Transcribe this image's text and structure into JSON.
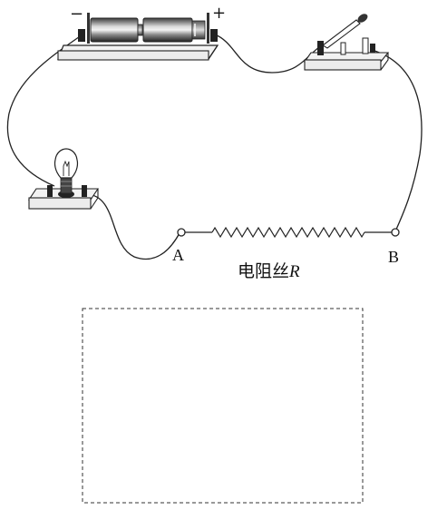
{
  "diagram": {
    "battery": {
      "minus_sign": "−",
      "plus_sign": "+"
    },
    "terminal_a": "A",
    "terminal_b": "B",
    "resistor_label_cn": "电阻丝",
    "resistor_label_symbol": "R"
  },
  "answer_box": {
    "text": ""
  }
}
